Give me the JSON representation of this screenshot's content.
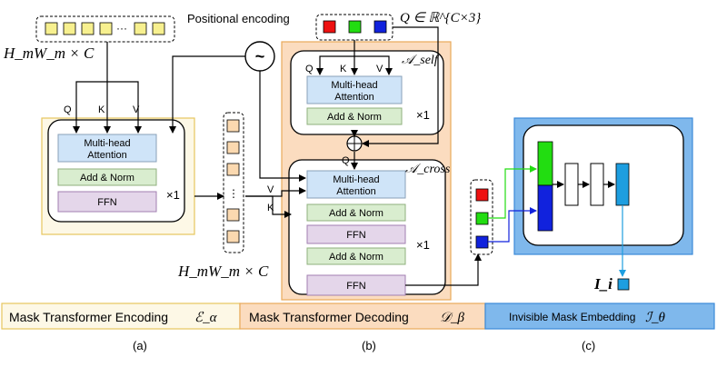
{
  "encoder": {
    "input_dims": "H_mW_m × C",
    "ellipsis": "···",
    "inputs": {
      "q": "Q",
      "k": "K",
      "v": "V"
    },
    "mha": {
      "line1": "Multi-head",
      "line2": "Attention"
    },
    "add_norm": "Add & Norm",
    "ffn": "FFN",
    "repeat": "×1",
    "caption": "Mask Transformer Encoding",
    "symbol": "ℰ_α",
    "sublabel": "(a)"
  },
  "positional_encoding": {
    "label": "Positional encoding",
    "symbol": "~"
  },
  "middle": {
    "dims": "H_mW_m × C",
    "dots": "⋮"
  },
  "decoder": {
    "query": "Q ∈ ℝ^{C×3}",
    "self_label": "𝒜_self",
    "self_inputs": {
      "q": "Q",
      "k": "K",
      "v": "V"
    },
    "self_mha": {
      "line1": "Multi-head",
      "line2": "Attention"
    },
    "self_add_norm": "Add & Norm",
    "self_repeat": "×1",
    "plus": "⊕",
    "q_label": "Q",
    "cross_label": "𝒜_cross",
    "cross_inputs": {
      "v": "V",
      "k": "K"
    },
    "cross_mha": {
      "line1": "Multi-head",
      "line2": "Attention"
    },
    "add_norm1": "Add & Norm",
    "ffn1": "FFN",
    "add_norm2": "Add & Norm",
    "ffn2": "FFN",
    "repeat": "×1",
    "caption": "Mask Transformer Decoding",
    "symbol": "𝒟_β",
    "sublabel": "(b)"
  },
  "embedding": {
    "output": "I_i",
    "caption": "Invisible Mask Embedding",
    "symbol": "ℐ_θ",
    "sublabel": "(c)"
  },
  "colors": {
    "encoder_bg": "#fdf8e6",
    "encoder_border": "#e7c65e",
    "decoder_bg": "#fbdcbf",
    "decoder_border": "#e9a95b",
    "embed_bg": "#7fb8ec",
    "embed_border": "#3b8ad9",
    "mha": "#cfe4f8",
    "add_norm": "#d9edcf",
    "ffn": "#e4d6ea",
    "token": "#f7f08f",
    "mid_token": "#fbd9b0",
    "red": "#ee1111",
    "green": "#22dd11",
    "blue": "#1122dd",
    "cyan": "#1d9ee0"
  }
}
